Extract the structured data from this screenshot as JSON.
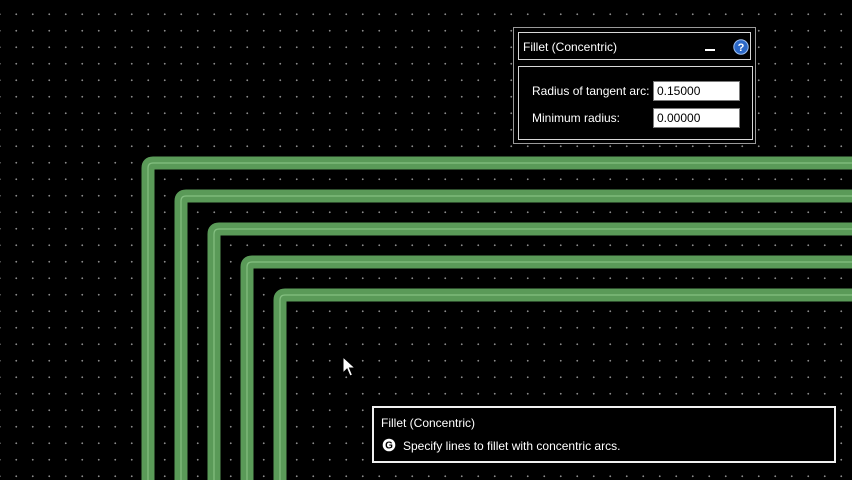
{
  "fillet_panel": {
    "title": "Fillet (Concentric)",
    "minimize_icon": "minimize-icon",
    "help_icon": "help-icon",
    "fields": [
      {
        "label": "Radius of tangent arc:",
        "value": "0.15000"
      },
      {
        "label": "Minimum radius:",
        "value": "0.00000"
      }
    ]
  },
  "prompt": {
    "title": "Fillet (Concentric)",
    "icon": "command-g-icon",
    "message": "Specify lines to fillet with concentric arcs."
  },
  "canvas": {
    "trace_outline_color": "#5a9a58",
    "trace_fill_color": "#a8e0a4",
    "background_color": "#000000",
    "grid_dot_color": "#8a8a8a",
    "trace_count": 5
  }
}
